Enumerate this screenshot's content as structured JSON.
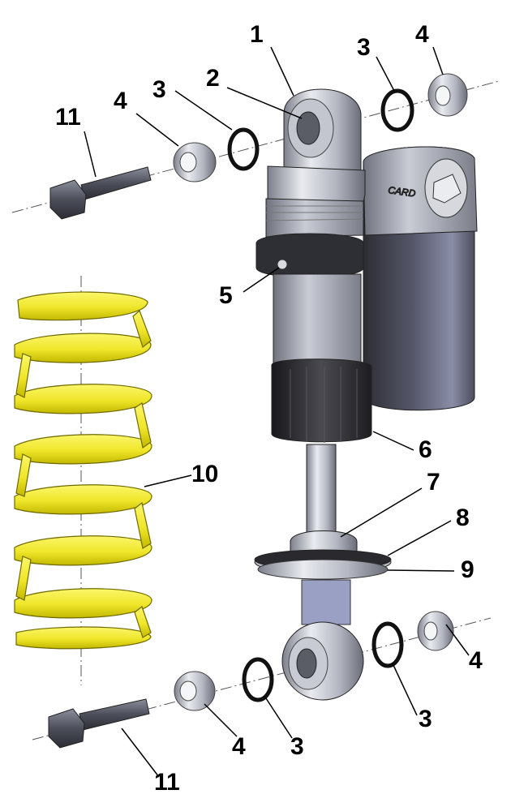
{
  "brand_logo": "CARD",
  "callouts": [
    {
      "id": "c1",
      "label": "1"
    },
    {
      "id": "c2",
      "label": "2"
    },
    {
      "id": "c3a",
      "label": "3"
    },
    {
      "id": "c4a",
      "label": "4"
    },
    {
      "id": "c4b",
      "label": "4"
    },
    {
      "id": "c3b",
      "label": "3"
    },
    {
      "id": "c11a",
      "label": "11"
    },
    {
      "id": "c5",
      "label": "5"
    },
    {
      "id": "c10",
      "label": "10"
    },
    {
      "id": "c6",
      "label": "6"
    },
    {
      "id": "c7",
      "label": "7"
    },
    {
      "id": "c8",
      "label": "8"
    },
    {
      "id": "c9",
      "label": "9"
    },
    {
      "id": "c4c",
      "label": "4"
    },
    {
      "id": "c3c",
      "label": "3"
    },
    {
      "id": "c3d",
      "label": "3"
    },
    {
      "id": "c4d",
      "label": "4"
    },
    {
      "id": "c11b",
      "label": "11"
    }
  ],
  "colors": {
    "spring": "#f2ea2a",
    "spring_shadow": "#b8b000",
    "metal_light": "#eef0f4",
    "metal_mid": "#b9bcc6",
    "metal_dark": "#6a6d78",
    "rubber": "#2a2a2e",
    "reservoir": "#3b3c44",
    "outline": "#000000"
  },
  "icons": [
    "shock-absorber-body",
    "reservoir",
    "coil-spring",
    "mounting-bolt",
    "bushing",
    "o-ring",
    "spring-seat"
  ]
}
